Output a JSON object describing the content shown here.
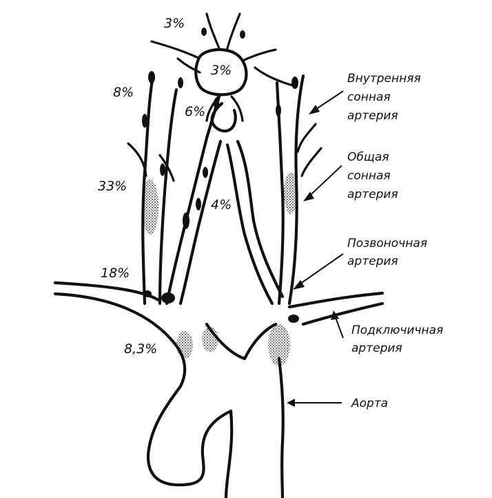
{
  "percentages": {
    "top": "3%",
    "circle": "3%",
    "left_upper": "8%",
    "inner": "6%",
    "carotid_bifurcation": "33%",
    "vertebral": "4%",
    "subclavian": "18%",
    "aortic_arch": "8,3%"
  },
  "labels": {
    "internal_carotid": [
      "Внутренняя",
      "сонная",
      "артерия"
    ],
    "common_carotid": [
      "Общая",
      "сонная",
      "артерия"
    ],
    "vertebral": [
      "Позвоночная",
      "артерия"
    ],
    "subclavian": [
      "Подключичная",
      "артерия"
    ],
    "aorta": [
      "Аорта"
    ]
  }
}
